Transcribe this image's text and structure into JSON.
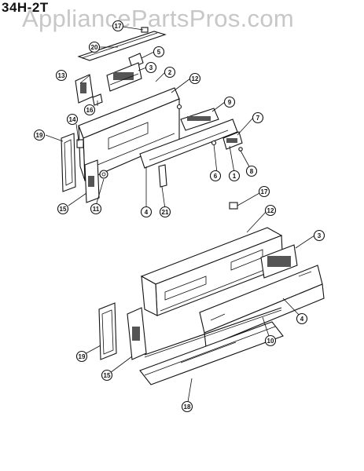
{
  "header": {
    "model": "34H-2T",
    "watermark": "AppliancePartsPros.com"
  },
  "callouts": [
    {
      "label": "17"
    },
    {
      "label": "20"
    },
    {
      "label": "5"
    },
    {
      "label": "13"
    },
    {
      "label": "3"
    },
    {
      "label": "2"
    },
    {
      "label": "16"
    },
    {
      "label": "12"
    },
    {
      "label": "9"
    },
    {
      "label": "14"
    },
    {
      "label": "19"
    },
    {
      "label": "7"
    },
    {
      "label": "6"
    },
    {
      "label": "1"
    },
    {
      "label": "8"
    },
    {
      "label": "15"
    },
    {
      "label": "11"
    },
    {
      "label": "4"
    },
    {
      "label": "21"
    },
    {
      "label": "17"
    },
    {
      "label": "12"
    },
    {
      "label": "3"
    },
    {
      "label": "4"
    },
    {
      "label": "10"
    },
    {
      "label": "19"
    },
    {
      "label": "15"
    },
    {
      "label": "18"
    }
  ]
}
